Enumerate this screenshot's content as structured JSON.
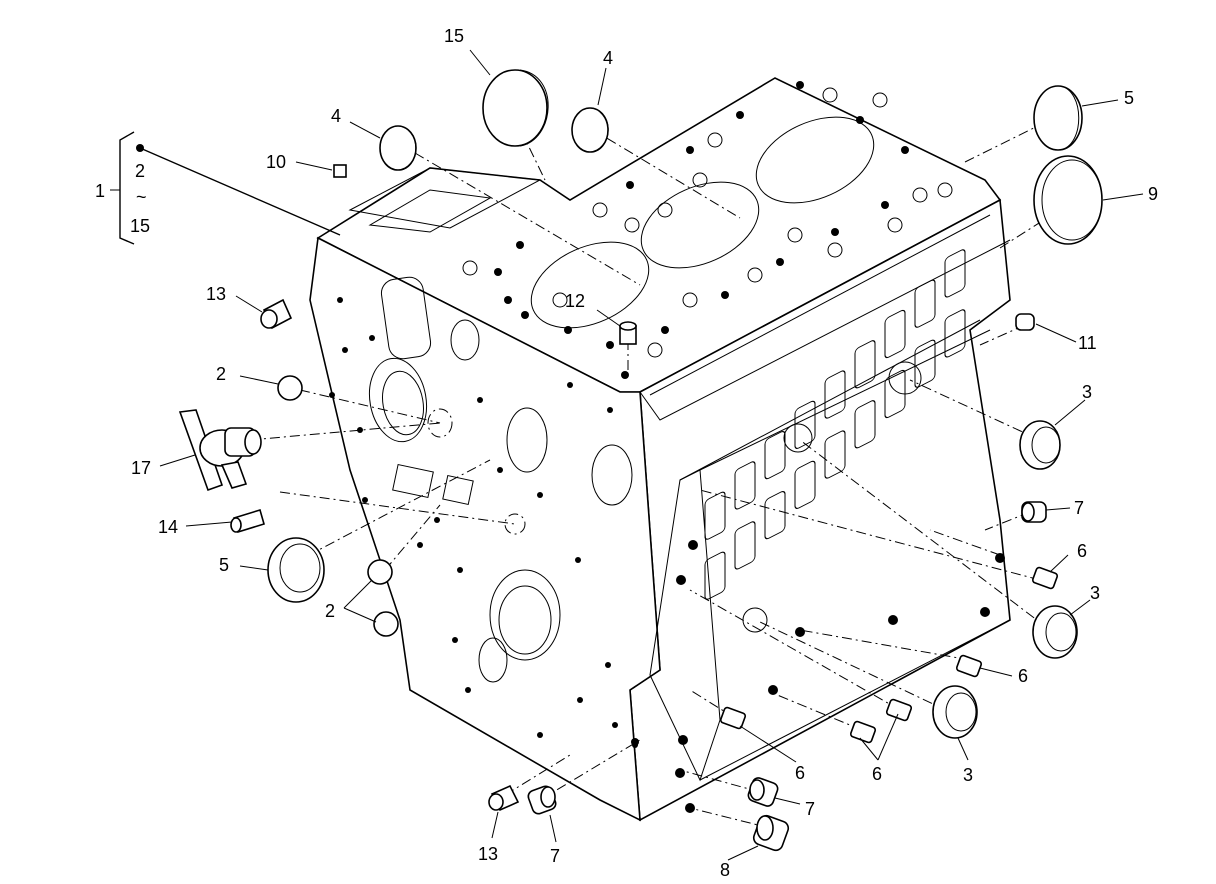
{
  "diagram": {
    "callouts": [
      {
        "id": "c15a",
        "text": "15"
      },
      {
        "id": "c4a",
        "text": "4"
      },
      {
        "id": "c4b",
        "text": "4"
      },
      {
        "id": "c5a",
        "text": "5"
      },
      {
        "id": "c9",
        "text": "9"
      },
      {
        "id": "c1",
        "text": "1"
      },
      {
        "id": "c2a",
        "text": "2"
      },
      {
        "id": "tilde",
        "text": "~"
      },
      {
        "id": "c15b",
        "text": "15"
      },
      {
        "id": "c10",
        "text": "10"
      },
      {
        "id": "c13a",
        "text": "13"
      },
      {
        "id": "c12",
        "text": "12"
      },
      {
        "id": "c11",
        "text": "11"
      },
      {
        "id": "c2b",
        "text": "2"
      },
      {
        "id": "c3a",
        "text": "3"
      },
      {
        "id": "c17",
        "text": "17"
      },
      {
        "id": "c7a",
        "text": "7"
      },
      {
        "id": "c14",
        "text": "14"
      },
      {
        "id": "c6a",
        "text": "6"
      },
      {
        "id": "c5b",
        "text": "5"
      },
      {
        "id": "c3b",
        "text": "3"
      },
      {
        "id": "c2c",
        "text": "2"
      },
      {
        "id": "c6b",
        "text": "6"
      },
      {
        "id": "c6c",
        "text": "6"
      },
      {
        "id": "c6d",
        "text": "6"
      },
      {
        "id": "c3c",
        "text": "3"
      },
      {
        "id": "c7b",
        "text": "7"
      },
      {
        "id": "c13b",
        "text": "13"
      },
      {
        "id": "c7c",
        "text": "7"
      },
      {
        "id": "c8",
        "text": "8"
      }
    ]
  }
}
